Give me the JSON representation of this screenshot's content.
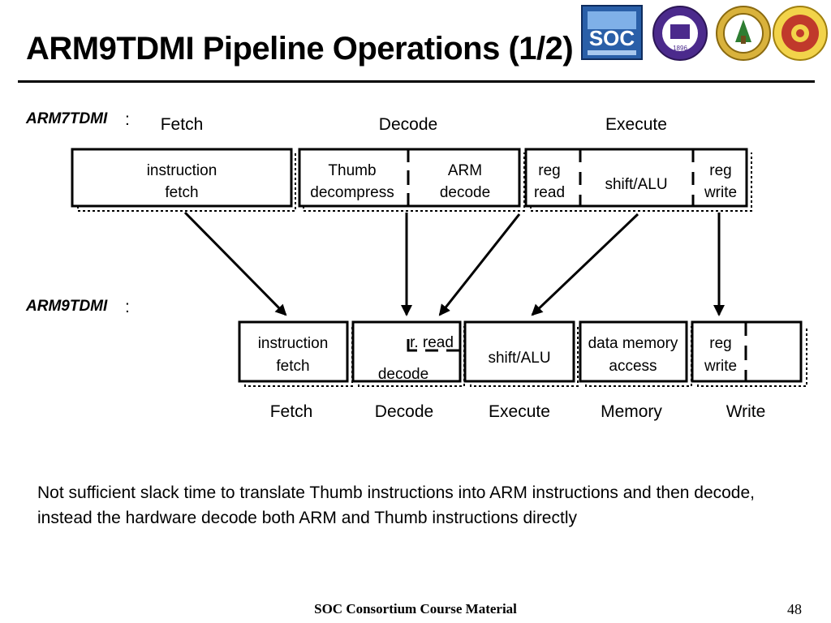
{
  "slide": {
    "title": "ARM9TDMI Pipeline Operations (1/2)",
    "logos": [
      "soc-consortium-logo",
      "university-seal-purple",
      "university-seal-ntu",
      "university-seal-red"
    ],
    "footer": "SOC Consortium Course Material",
    "page_number": "48",
    "note": "Not sufficient slack time to translate Thumb instructions into ARM instructions and then decode, instead the hardware decode both ARM and Thumb instructions directly"
  },
  "diagram": {
    "arm7": {
      "label": "ARM7TDMI",
      "colon": ":",
      "stages": [
        "Fetch",
        "Decode",
        "Execute"
      ],
      "fetch_box": [
        "instruction",
        "fetch"
      ],
      "thumb_box": [
        "Thumb",
        "decompress"
      ],
      "arm_box": [
        "ARM",
        "decode"
      ],
      "regread_box": [
        "reg",
        "read"
      ],
      "alu_box": "shift/ALU",
      "regwrite_box": [
        "reg",
        "write"
      ]
    },
    "arm9": {
      "label": "ARM9TDMI",
      "colon": ":",
      "stages": [
        "Fetch",
        "Decode",
        "Execute",
        "Memory",
        "Write"
      ],
      "fetch_box": [
        "instruction",
        "fetch"
      ],
      "rread": "r. read",
      "decode": "decode",
      "alu_box": "shift/ALU",
      "mem_box": [
        "data memory",
        "access"
      ],
      "regwrite_box": [
        "reg",
        "write"
      ]
    },
    "colors": {
      "stroke": "#000000",
      "shadow": "#000000",
      "logo_blue": "#2a5fa8",
      "logo_purple": "#4b2a8c",
      "logo_gold": "#d9b23c",
      "logo_red": "#c0392b"
    }
  }
}
